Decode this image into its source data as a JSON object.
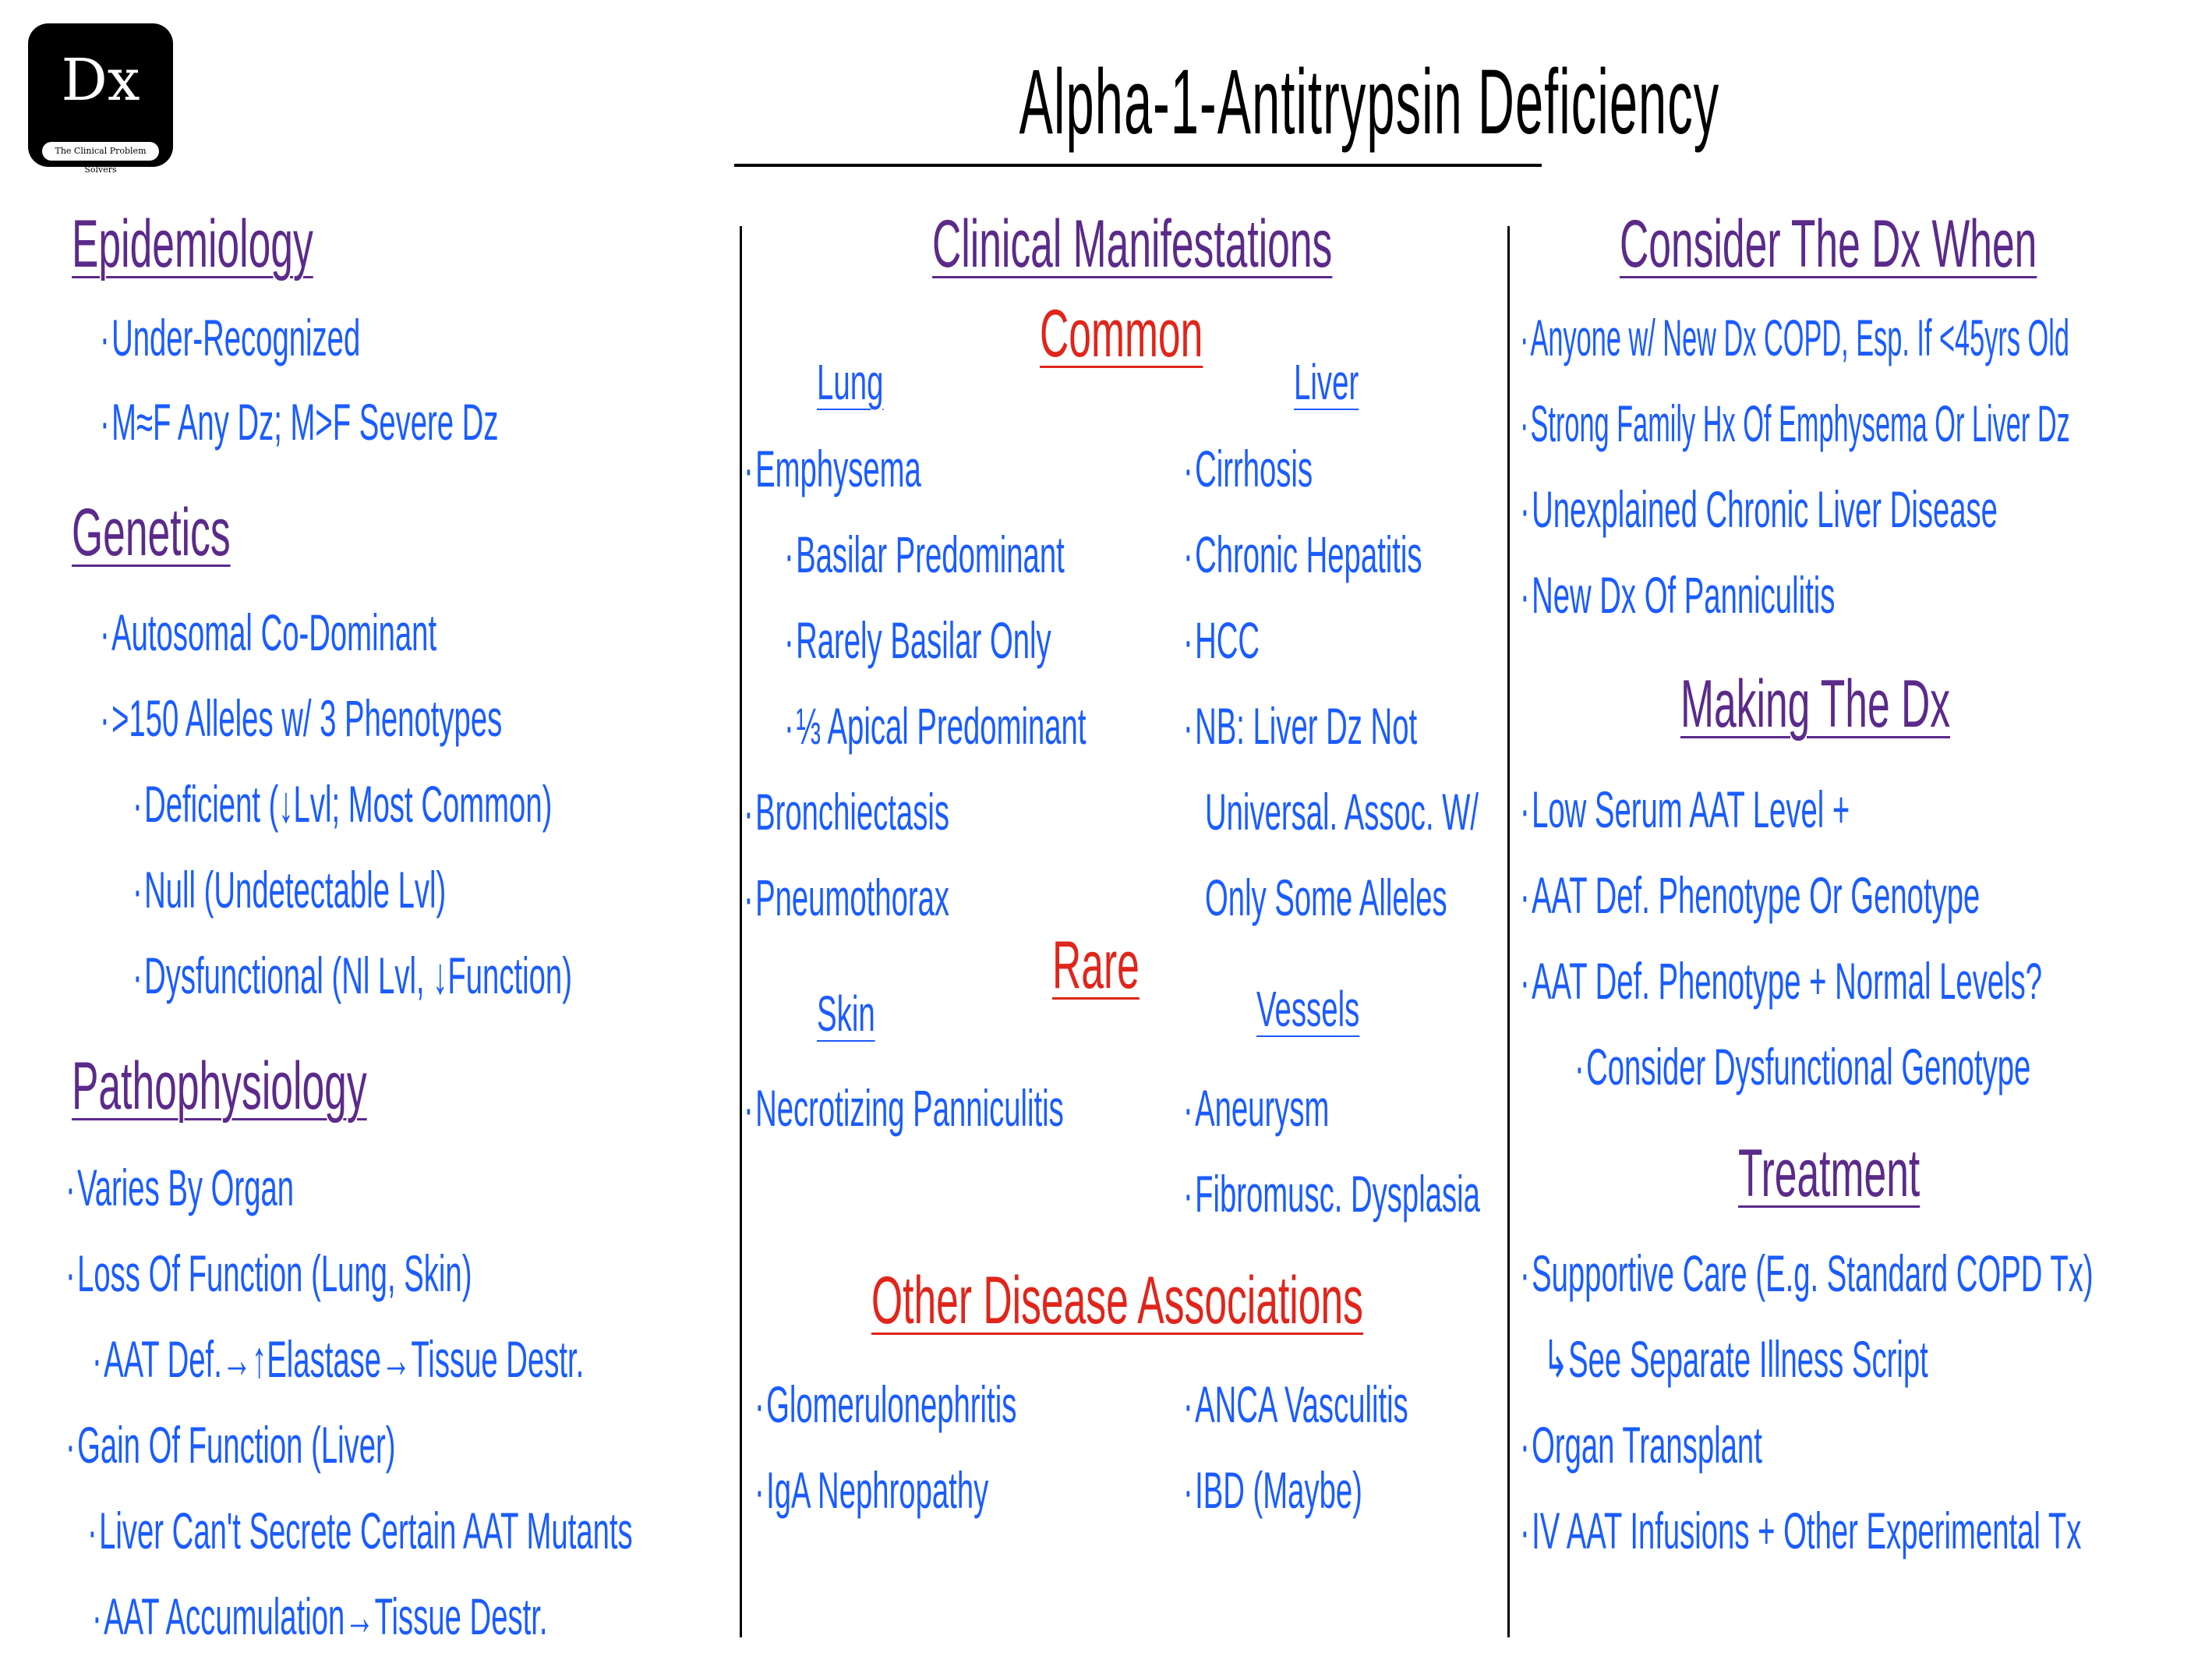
{
  "logo": {
    "mark": "Dx",
    "subtitle": "The Clinical Problem Solvers"
  },
  "title": "Alpha-1-Antitrypsin Deficiency",
  "left": {
    "epidemiology": {
      "heading": "Epidemiology",
      "items": [
        "Under-Recognized",
        "M≈F Any Dz; M>F Severe Dz"
      ]
    },
    "genetics": {
      "heading": "Genetics",
      "items": [
        "Autosomal Co-Dominant",
        ">150 Alleles w/ 3 Phenotypes"
      ],
      "subitems": [
        "Deficient (↓Lvl; Most Common)",
        "Null (Undetectable Lvl)",
        "Dysfunctional (Nl Lvl, ↓Function)"
      ]
    },
    "pathophysiology": {
      "heading": "Pathophysiology",
      "items": [
        "Varies By Organ",
        "Loss Of Function (Lung, Skin)",
        "AAT Def.→↑Elastase→Tissue Destr.",
        "Gain Of Function (Liver)",
        "Liver Can't Secrete Certain AAT Mutants",
        "AAT Accumulation→Tissue Destr."
      ]
    }
  },
  "middle": {
    "heading": "Clinical Manifestations",
    "common": {
      "heading": "Common",
      "lung": {
        "heading": "Lung",
        "items": [
          "Emphysema",
          "Basilar Predominant",
          "Rarely Basilar Only",
          "⅓ Apical Predominant",
          "Bronchiectasis",
          "Pneumothorax"
        ]
      },
      "liver": {
        "heading": "Liver",
        "items": [
          "Cirrhosis",
          "Chronic Hepatitis",
          "HCC",
          "NB: Liver Dz Not",
          "Universal. Assoc. W/",
          "Only Some Alleles"
        ]
      }
    },
    "rare": {
      "heading": "Rare",
      "skin": {
        "heading": "Skin",
        "items": [
          "Necrotizing Panniculitis"
        ]
      },
      "vessels": {
        "heading": "Vessels",
        "items": [
          "Aneurysm",
          "Fibromusc. Dysplasia"
        ]
      }
    },
    "other": {
      "heading": "Other Disease Associations",
      "left_items": [
        "Glomerulonephritis",
        "IgA Nephropathy"
      ],
      "right_items": [
        "ANCA Vasculitis",
        "IBD (Maybe)"
      ]
    }
  },
  "right": {
    "consider": {
      "heading": "Consider The Dx When",
      "items": [
        "Anyone w/ New Dx COPD, Esp. If <45yrs Old",
        "Strong Family Hx Of Emphysema Or Liver Dz",
        "Unexplained Chronic Liver Disease",
        "New Dx Of Panniculitis"
      ]
    },
    "making": {
      "heading": "Making The Dx",
      "items": [
        "Low Serum AAT Level +",
        "AAT Def. Phenotype Or Genotype",
        "AAT Def. Phenotype + Normal Levels?",
        "Consider Dysfunctional Genotype"
      ]
    },
    "treatment": {
      "heading": "Treatment",
      "items": [
        "Supportive Care (E.g. Standard COPD Tx)",
        "↳See Separate Illness Script",
        "Organ Transplant",
        "IV AAT Infusions + Other Experimental Tx"
      ]
    }
  }
}
